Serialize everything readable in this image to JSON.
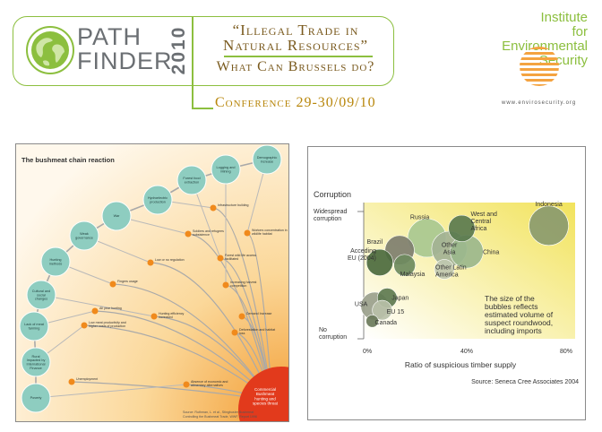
{
  "header": {
    "logo_line1": "PATH",
    "logo_line2": "FINDER",
    "year": "2010",
    "title_line1": "“Illegal Trade in",
    "title_line2": "Natural Resources”",
    "title_line3": "What Can Brussels do?",
    "conference": "Conference 29-30/09/10",
    "org_line1": "Institute",
    "org_line2": "for",
    "org_line3": "Environmental",
    "org_line4": "Security",
    "org_url": "www.envirosecurity.org"
  },
  "bushmeat": {
    "title": "The bushmeat chain reaction",
    "nodes": [
      {
        "label": "Poverty"
      },
      {
        "label": "Rural Impacted by International Finance"
      },
      {
        "label": "Lack of meat farming"
      },
      {
        "label": "Cultural and social changes"
      },
      {
        "label": "Hunting methods"
      },
      {
        "label": "Weak governance"
      },
      {
        "label": "War"
      },
      {
        "label": "Hydroelectric production"
      },
      {
        "label": "Forest food extraction"
      },
      {
        "label": "Logging and Mining"
      },
      {
        "label": "Demographic increase"
      }
    ],
    "end_node": "Commercial Bushmeat hunting and species threat",
    "steps": [
      {
        "label": "Unemployment"
      },
      {
        "label": "Absence of economic and alimentary alternatives"
      },
      {
        "label": "Low meat productivity and higher costs of production"
      },
      {
        "label": "All year hunting"
      },
      {
        "label": "Hunting efficiency increased"
      },
      {
        "label": "Fingers usage"
      },
      {
        "label": "Low or no regulation"
      },
      {
        "label": "Soldiers and refugees subsistence"
      },
      {
        "label": "Infrastructure building"
      },
      {
        "label": "Forest wild life access facilitated"
      },
      {
        "label": "Increasing harvest competition"
      },
      {
        "label": "Workers concentration in wildlife habitat"
      },
      {
        "label": "Deforestation and habitat loss"
      },
      {
        "label": "Demand Increase"
      }
    ],
    "source_line1": "Source: Ruthman, L. et al., Stingbuster Bushmeat",
    "source_line2": "Controlling the Bushmeat Trade, WWF, Report 1996"
  },
  "chart_data": {
    "type": "scatter",
    "ylabel": "Corruption",
    "xlabel": "Ratio of suspicious timber supply",
    "x_ticks": [
      "0%",
      "40%",
      "80%"
    ],
    "xlim": [
      0,
      80
    ],
    "y_labels": [
      "Widespread corruption",
      "No corruption"
    ],
    "annotation": "The size of the bubbles reflects estimated volume of suspect roundwood, including imports",
    "source": "Source: Seneca Cree Associates 2004",
    "points": [
      {
        "label": "Indonesia",
        "x": 73,
        "y": 0.83,
        "size": 1.0,
        "color": "#8a9a6e"
      },
      {
        "label": "Russia",
        "x": 24,
        "y": 0.74,
        "size": 0.95,
        "color": "#a8c890"
      },
      {
        "label": "West and Central Africa",
        "x": 38,
        "y": 0.81,
        "size": 0.45,
        "color": "#5a7a4e"
      },
      {
        "label": "Other Asia",
        "x": 33,
        "y": 0.66,
        "size": 0.8,
        "color": "#a3b294"
      },
      {
        "label": "China",
        "x": 40,
        "y": 0.64,
        "size": 0.7,
        "color": "#9bb78c"
      },
      {
        "label": "Brazil",
        "x": 13,
        "y": 0.65,
        "size": 0.55,
        "color": "#7e7e6e"
      },
      {
        "label": "Acceding EU (2004)",
        "x": 5,
        "y": 0.56,
        "size": 0.45,
        "color": "#4c6a3e"
      },
      {
        "label": "Malaysia",
        "x": 15,
        "y": 0.54,
        "size": 0.3,
        "color": "#6e8a5e"
      },
      {
        "label": "Other Latin America",
        "x": 31,
        "y": 0.51,
        "size": 0.25,
        "color": "#c0c8b0"
      },
      {
        "label": "Japan",
        "x": 8,
        "y": 0.3,
        "size": 0.25,
        "color": "#5e7a50"
      },
      {
        "label": "USA",
        "x": 3,
        "y": 0.24,
        "size": 0.5,
        "color": "#9aa08c"
      },
      {
        "label": "EU 15",
        "x": 6,
        "y": 0.21,
        "size": 0.25,
        "color": "#b8c0a8"
      },
      {
        "label": "Canada",
        "x": 2,
        "y": 0.13,
        "size": 0.1,
        "color": "#6a7a5a"
      }
    ]
  }
}
